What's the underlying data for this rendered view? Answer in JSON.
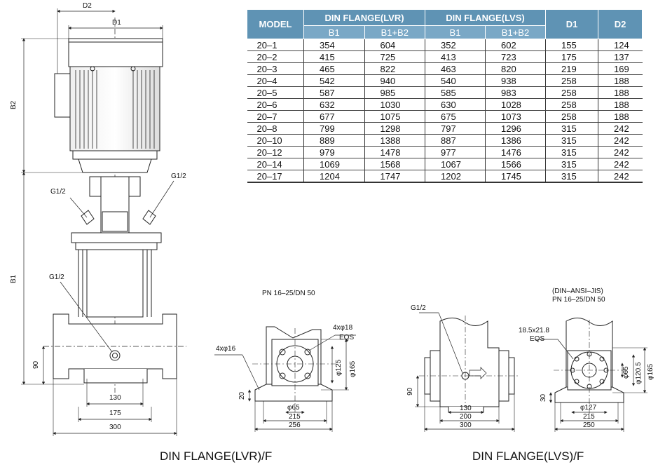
{
  "table": {
    "headers": {
      "model": "MODEL",
      "lvr": "DIN FLANGE(LVR)",
      "lvs": "DIN FLANGE(LVS)",
      "d1": "D1",
      "d2": "D2",
      "b1": "B1",
      "b1b2": "B1+B2"
    },
    "rows": [
      {
        "model": "20–1",
        "lvr_b1": "354",
        "lvr_b1b2": "604",
        "lvs_b1": "352",
        "lvs_b1b2": "602",
        "d1": "155",
        "d2": "124"
      },
      {
        "model": "20–2",
        "lvr_b1": "415",
        "lvr_b1b2": "725",
        "lvs_b1": "413",
        "lvs_b1b2": "723",
        "d1": "175",
        "d2": "137"
      },
      {
        "model": "20–3",
        "lvr_b1": "465",
        "lvr_b1b2": "822",
        "lvs_b1": "463",
        "lvs_b1b2": "820",
        "d1": "219",
        "d2": "169"
      },
      {
        "model": "20–4",
        "lvr_b1": "542",
        "lvr_b1b2": "940",
        "lvs_b1": "540",
        "lvs_b1b2": "938",
        "d1": "258",
        "d2": "188"
      },
      {
        "model": "20–5",
        "lvr_b1": "587",
        "lvr_b1b2": "985",
        "lvs_b1": "585",
        "lvs_b1b2": "983",
        "d1": "258",
        "d2": "188"
      },
      {
        "model": "20–6",
        "lvr_b1": "632",
        "lvr_b1b2": "1030",
        "lvs_b1": "630",
        "lvs_b1b2": "1028",
        "d1": "258",
        "d2": "188"
      },
      {
        "model": "20–7",
        "lvr_b1": "677",
        "lvr_b1b2": "1075",
        "lvs_b1": "675",
        "lvs_b1b2": "1073",
        "d1": "258",
        "d2": "188"
      },
      {
        "model": "20–8",
        "lvr_b1": "799",
        "lvr_b1b2": "1298",
        "lvs_b1": "797",
        "lvs_b1b2": "1296",
        "d1": "315",
        "d2": "242"
      },
      {
        "model": "20–10",
        "lvr_b1": "889",
        "lvr_b1b2": "1388",
        "lvs_b1": "887",
        "lvs_b1b2": "1386",
        "d1": "315",
        "d2": "242"
      },
      {
        "model": "20–12",
        "lvr_b1": "979",
        "lvr_b1b2": "1478",
        "lvs_b1": "977",
        "lvs_b1b2": "1476",
        "d1": "315",
        "d2": "242"
      },
      {
        "model": "20–14",
        "lvr_b1": "1069",
        "lvr_b1b2": "1568",
        "lvs_b1": "1067",
        "lvs_b1b2": "1566",
        "d1": "315",
        "d2": "242"
      },
      {
        "model": "20–17",
        "lvr_b1": "1204",
        "lvr_b1b2": "1747",
        "lvs_b1": "1202",
        "lvs_b1b2": "1745",
        "d1": "315",
        "d2": "242"
      }
    ]
  },
  "pump_view": {
    "d2": "D2",
    "d1": "D1",
    "b2": "B2",
    "b1": "B1",
    "g_right": "G1/2",
    "g_left": "G1/2",
    "g_mid": "G1/2",
    "h90": "90",
    "w130": "130",
    "w175": "175",
    "w300": "300"
  },
  "lvr_base": {
    "spec": "PN 16–25/DN 50",
    "bolts": "4xφ18",
    "eqs": "EQS",
    "holes": "4xφ16",
    "phi125": "φ125",
    "phi165": "φ165",
    "h20": "20",
    "phi65": "φ65",
    "w215": "215",
    "w256": "256"
  },
  "lvs_side": {
    "g": "G1/2",
    "h90": "90",
    "w130": "130",
    "w200": "200",
    "w300": "300"
  },
  "lvs_base": {
    "spec1": "(DIN–ANSI–JIS)",
    "spec2": "PN 16–25/DN 50",
    "slot": "18.5x21.8",
    "eqs": "EQS",
    "phi65": "φ65",
    "phi1205": "φ120.5",
    "phi165": "φ165",
    "h30": "30",
    "phi127": "φ127",
    "w215": "215",
    "w250": "250"
  },
  "captions": {
    "lvr": "DIN FLANGE(LVR)/F",
    "lvs": "DIN FLANGE(LVS)/F"
  },
  "colors": {
    "header": "#5f93b4",
    "subheader": "#7aa8c6",
    "line": "#222222"
  }
}
